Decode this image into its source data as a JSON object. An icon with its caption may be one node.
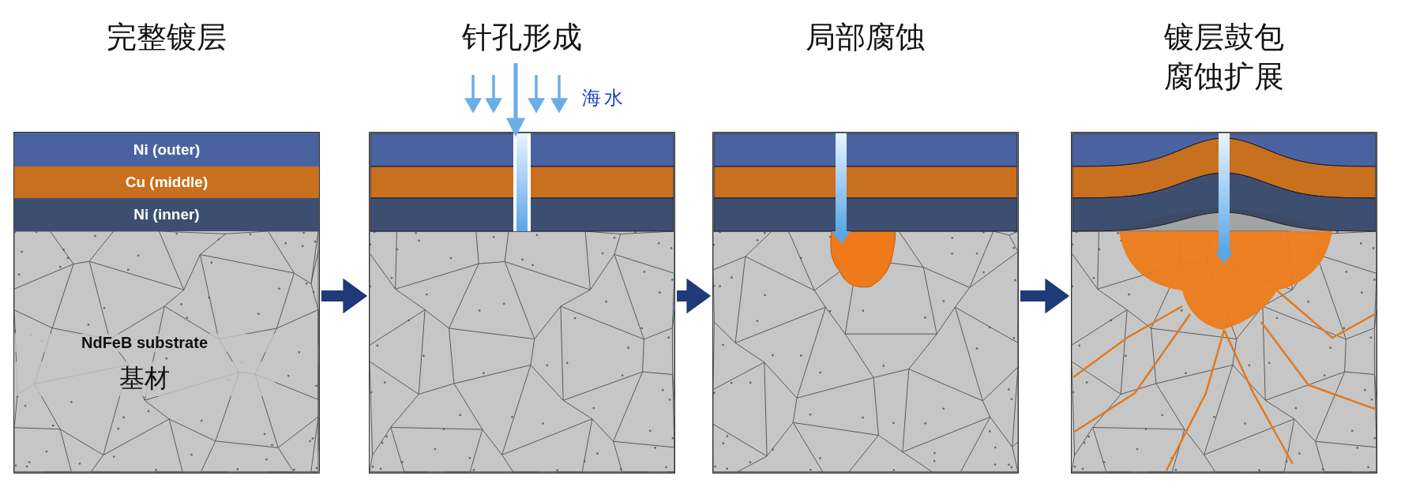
{
  "diagram": {
    "nodes": [
      {
        "text": [
          "完整镀层"
        ]
      },
      {
        "text": [
          "Ni (outer)"
        ],
        "in": 0
      },
      {
        "text": [
          "Cu (middle)"
        ],
        "in": 0
      },
      {
        "text": [
          "Ni (inner)"
        ],
        "in": 0
      },
      {
        "text": [
          "NdFeB substrate",
          "基材"
        ],
        "in": 0
      },
      {
        "text": [
          "针孔形成"
        ]
      },
      {
        "text": [
          "局部腐蚀"
        ]
      },
      {
        "text": [
          "镀层鼓包腐蚀扩展"
        ]
      }
    ],
    "edges": [
      {
        "from": 0,
        "to": 5,
        "arrow": "to"
      },
      {
        "from": 5,
        "to": 6,
        "arrow": "to"
      },
      {
        "from": 6,
        "to": 7,
        "arrow": "to"
      }
    ],
    "labels": [
      "海水"
    ]
  }
}
